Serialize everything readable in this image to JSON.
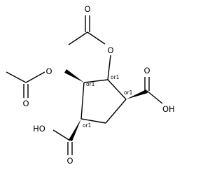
{
  "molecule": {
    "atom_labels": {
      "o_acetyl_upper_carbonyl": "O",
      "o_acetyl_upper_ester": "O",
      "o_acetyl_lower_ester": "O",
      "o_acetyl_lower_carbonyl": "O",
      "oh_right_acid": "OH",
      "o_right_acid_carbonyl": "O",
      "oh_left_acid": "HO",
      "o_left_acid_carbonyl": "O"
    },
    "stereo_labels": {
      "c_upper_right": "or1",
      "c_upper_left": "or1",
      "c_right": "or1",
      "c_lower_left": "or1"
    }
  }
}
